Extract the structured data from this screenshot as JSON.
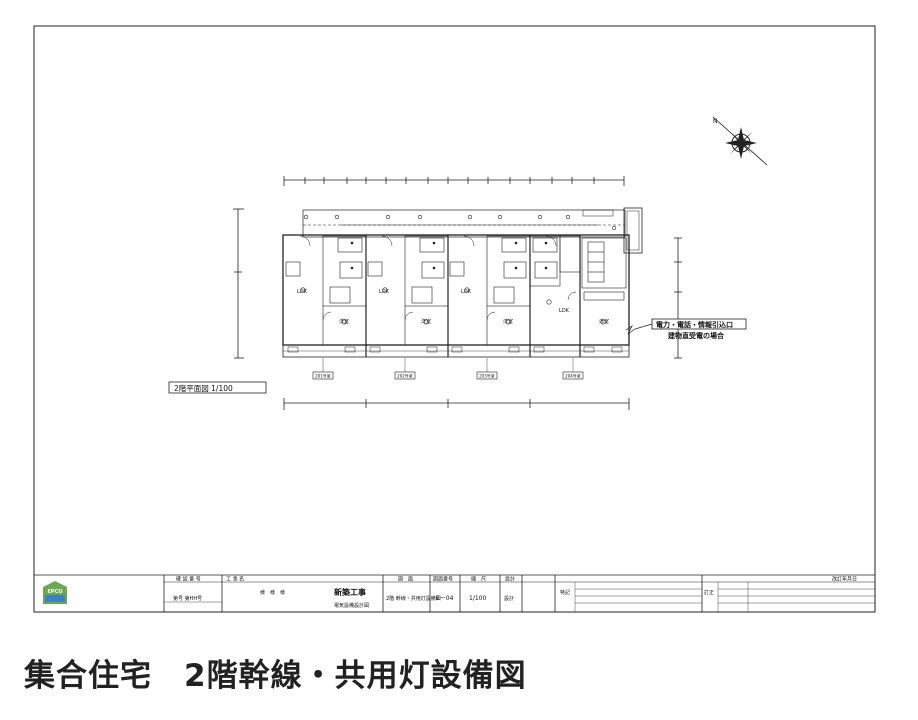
{
  "page_caption": "集合住宅　2階幹線・共用灯設備図",
  "plan": {
    "scale_label": "2階平面図 1/100",
    "callout_line1": "電力・電話・情報引込口",
    "callout_line2": "建物直受電の場合",
    "unit_rooms": [
      {
        "ldk": "LDK",
        "bed": "洋室"
      },
      {
        "ldk": "LDK",
        "bed": "洋室"
      },
      {
        "ldk": "LDK",
        "bed": "洋室"
      },
      {
        "ldk": "LDK",
        "bed": "洋室"
      }
    ],
    "end_room": "洋室",
    "end_ldk": "LDK",
    "unit_tags": [
      "201号室",
      "202号室",
      "203号室",
      "204号室"
    ],
    "compass_label": "N"
  },
  "title_block": {
    "approval_no_label": "確 認 番 号",
    "approval_no_value": "第号 第HH号",
    "work_name_label": "工 事 名",
    "work_name_value": "新築工事",
    "drawing_type": "電気設備設計図",
    "owner_placeholder": "様　様　様",
    "drawing_name_label": "図　面",
    "drawing_name_value": "2階 幹線・共用灯設備図",
    "drawing_no_label": "図面番号",
    "drawing_no_value": "E－04",
    "scale_label": "縮　尺",
    "scale_value": "1/100",
    "design_label": "設計",
    "design_value": "設計",
    "notes_label": "特記",
    "revision_label": "訂正",
    "date_label": "改訂年月日",
    "logo_text": "EPCO"
  }
}
